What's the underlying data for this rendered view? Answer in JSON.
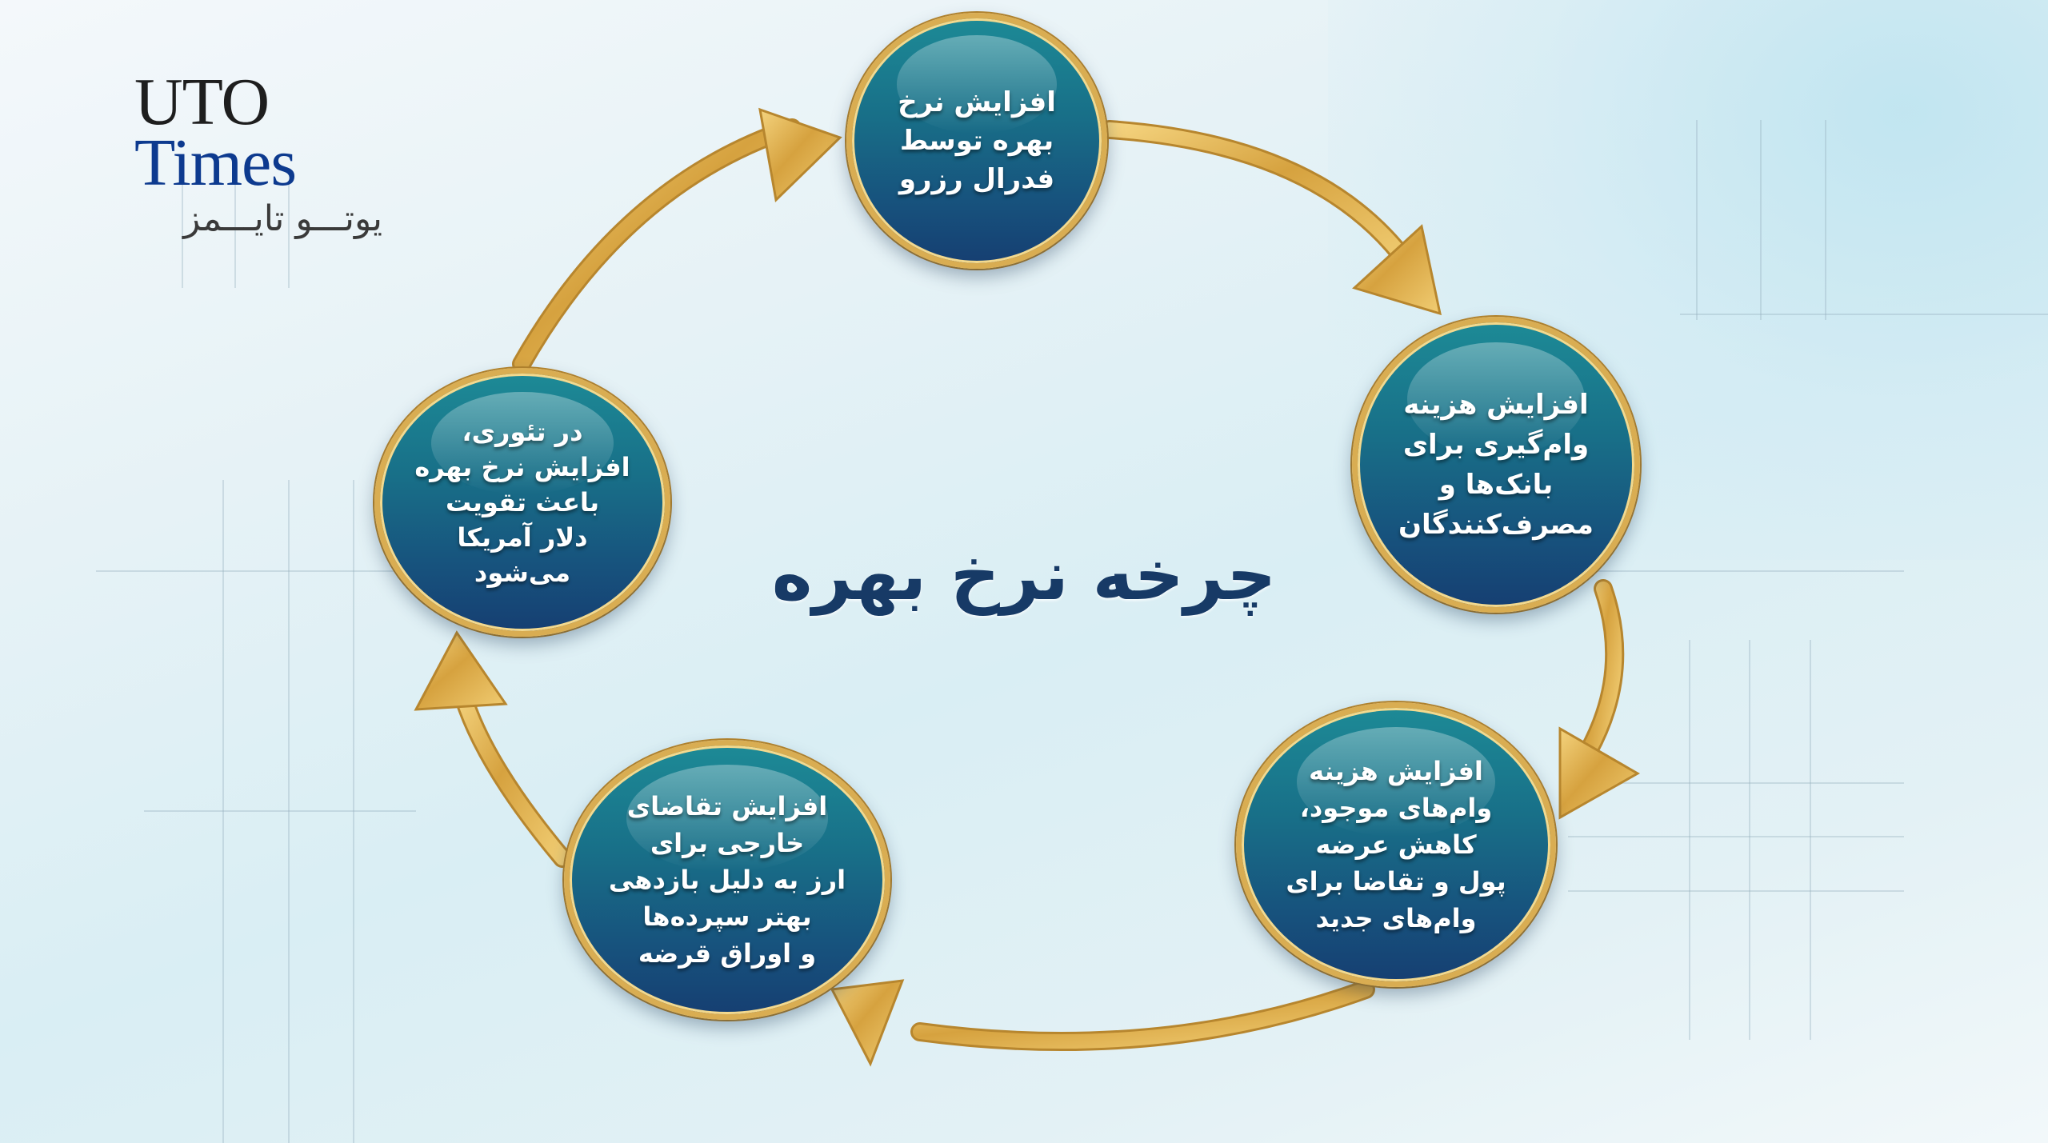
{
  "logo": {
    "line1": "UTO",
    "line2": "Times",
    "persian": "یوتـــو تایـــمز"
  },
  "title": "چرخه نرخ بهره",
  "colors": {
    "node_fill_top": "#1d8a96",
    "node_fill_bottom": "#163f72",
    "ring_gold": "#d9ad52",
    "arrow_gold": "#d8a742",
    "title_navy": "#173a66",
    "logo_blue": "#0d3a8f",
    "logo_black": "#1e1e1e"
  },
  "diagram": {
    "type": "cycle",
    "direction": "clockwise",
    "nodes": [
      {
        "id": "n1",
        "position": "top",
        "text": "افزایش نرخ\nبهره توسط\nفدرال رزرو"
      },
      {
        "id": "n2",
        "position": "right",
        "text": "افزایش هزینه\nوام‌گیری برای\nبانک‌ها و\nمصرف‌کنندگان"
      },
      {
        "id": "n3",
        "position": "bottom-right",
        "text": "افزایش هزینه\nوام‌های موجود،\nکاهش عرضه\nپول و تقاضا برای\nوام‌های جدید"
      },
      {
        "id": "n4",
        "position": "bottom-left",
        "text": "افزایش تقاضای\nخارجی برای\nارز به دلیل بازدهی\nبهتر سپرده‌ها\nو اوراق قرضه"
      },
      {
        "id": "n5",
        "position": "left",
        "text": "در تئوری،\nافزایش نرخ بهره\nباعث تقویت\nدلار آمریکا\nمی‌شود"
      }
    ],
    "edges": [
      {
        "from": "n1",
        "to": "n2"
      },
      {
        "from": "n2",
        "to": "n3"
      },
      {
        "from": "n3",
        "to": "n4"
      },
      {
        "from": "n4",
        "to": "n5"
      },
      {
        "from": "n5",
        "to": "n1"
      }
    ]
  }
}
